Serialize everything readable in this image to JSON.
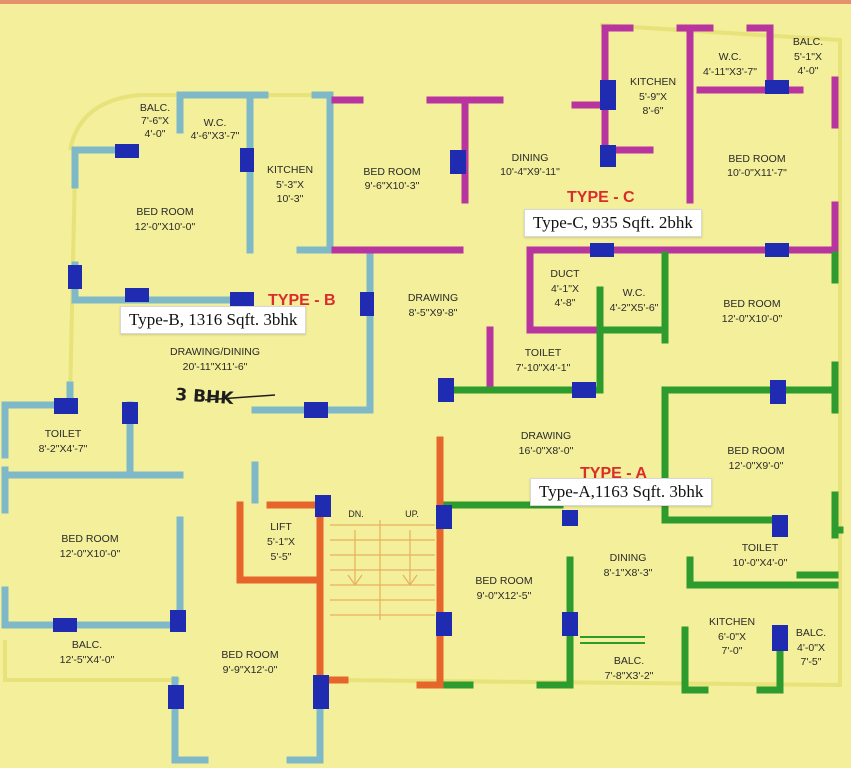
{
  "colors": {
    "background": "#f3ef9a",
    "type_a_wall": "#2e9b2e",
    "type_b_wall": "#7fb9c8",
    "type_c_wall": "#b8349e",
    "lift_wall": "#e5652b",
    "column": "#1f2bb0",
    "type_heading": "#d92c2c"
  },
  "types": {
    "a": {
      "heading": "TYPE - A",
      "label": "Type-A,1163 Sqft. 3bhk"
    },
    "b": {
      "heading": "TYPE - B",
      "label": "Type-B, 1316 Sqft. 3bhk"
    },
    "c": {
      "heading": "TYPE - C",
      "label": "Type-C, 935 Sqft. 2bhk"
    }
  },
  "handwriting": "3 BHK",
  "rooms": {
    "b_balc_top": {
      "name": "BALC.",
      "size1": "7'-6\"X",
      "size2": "4'-0\""
    },
    "b_wc": {
      "name": "W.C.",
      "size1": "4'-6\"X3'-7\""
    },
    "b_kitchen": {
      "name": "KITCHEN",
      "size1": "5'-3\"X",
      "size2": "10'-3\""
    },
    "b_bed1": {
      "name": "BED ROOM",
      "size1": "12'-0\"X10'-0\""
    },
    "b_drawing": {
      "name": "DRAWING/DINING",
      "size1": "20'-11\"X11'-6\""
    },
    "b_toilet": {
      "name": "TOILET",
      "size1": "8'-2\"X4'-7\""
    },
    "b_bed2": {
      "name": "BED ROOM",
      "size1": "12'-0\"X10'-0\""
    },
    "b_balc_bot": {
      "name": "BALC.",
      "size1": "12'-5\"X4'-0\""
    },
    "b_bed3": {
      "name": "BED ROOM",
      "size1": "9'-9\"X12'-0\""
    },
    "c_bed1": {
      "name": "BED ROOM",
      "size1": "9'-6\"X10'-3\""
    },
    "c_dining": {
      "name": "DINING",
      "size1": "10'-4\"X9'-11\""
    },
    "c_kitchen": {
      "name": "KITCHEN",
      "size1": "5'-9\"X",
      "size2": "8'-6\""
    },
    "c_wc": {
      "name": "W.C.",
      "size1": "4'-11\"X3'-7\""
    },
    "c_balc": {
      "name": "BALC.",
      "size1": "5'-1\"X",
      "size2": "4'-0\""
    },
    "c_bed2": {
      "name": "BED ROOM",
      "size1": "10'-0\"X11'-7\""
    },
    "c_drawing": {
      "name": "DRAWING",
      "size1": "8'-5\"X9'-8\""
    },
    "duct": {
      "name": "DUCT",
      "size1": "4'-1\"X",
      "size2": "4'-8\""
    },
    "a_wc": {
      "name": "W.C.",
      "size1": "4'-2\"X5'-6\""
    },
    "a_toilet1": {
      "name": "TOILET",
      "size1": "7'-10\"X4'-1\""
    },
    "a_bed1": {
      "name": "BED ROOM",
      "size1": "12'-0\"X10'-0\""
    },
    "a_drawing": {
      "name": "DRAWING",
      "size1": "16'-0\"X8'-0\""
    },
    "a_bed2": {
      "name": "BED ROOM",
      "size1": "12'-0\"X9'-0\""
    },
    "a_toilet2": {
      "name": "TOILET",
      "size1": "10'-0\"X4'-0\""
    },
    "a_dining": {
      "name": "DINING",
      "size1": "8'-1\"X8'-3\""
    },
    "a_bed3": {
      "name": "BED ROOM",
      "size1": "9'-0\"X12'-5\""
    },
    "a_kitchen": {
      "name": "KITCHEN",
      "size1": "6'-0\"X",
      "size2": "7'-0\""
    },
    "a_balc1": {
      "name": "BALC.",
      "size1": "7'-8\"X3'-2\""
    },
    "a_balc2": {
      "name": "BALC.",
      "size1": "4'-0\"X",
      "size2": "7'-5\""
    },
    "lift": {
      "name": "LIFT",
      "size1": "5'-1\"X",
      "size2": "5'-5\""
    }
  },
  "stairs": {
    "down": "DN.",
    "up": "UP."
  }
}
